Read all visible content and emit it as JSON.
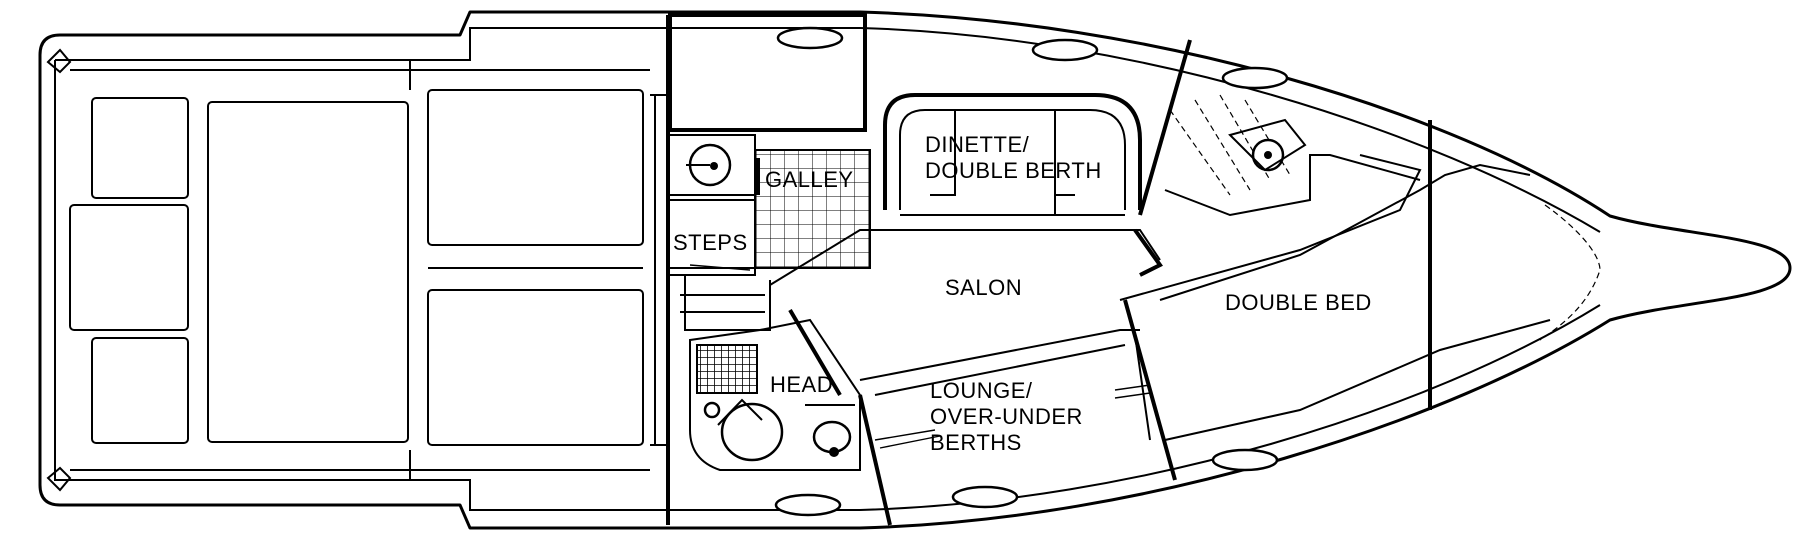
{
  "diagram": {
    "labels": {
      "galley": "GALLEY",
      "dinette_line1": "DINETTE/",
      "dinette_line2": "DOUBLE BERTH",
      "steps": "STEPS",
      "salon": "SALON",
      "double_bed": "DOUBLE BED",
      "head": "HEAD",
      "lounge_line1": "LOUNGE/",
      "lounge_line2": "OVER-UNDER",
      "lounge_line3": "BERTHS"
    }
  }
}
